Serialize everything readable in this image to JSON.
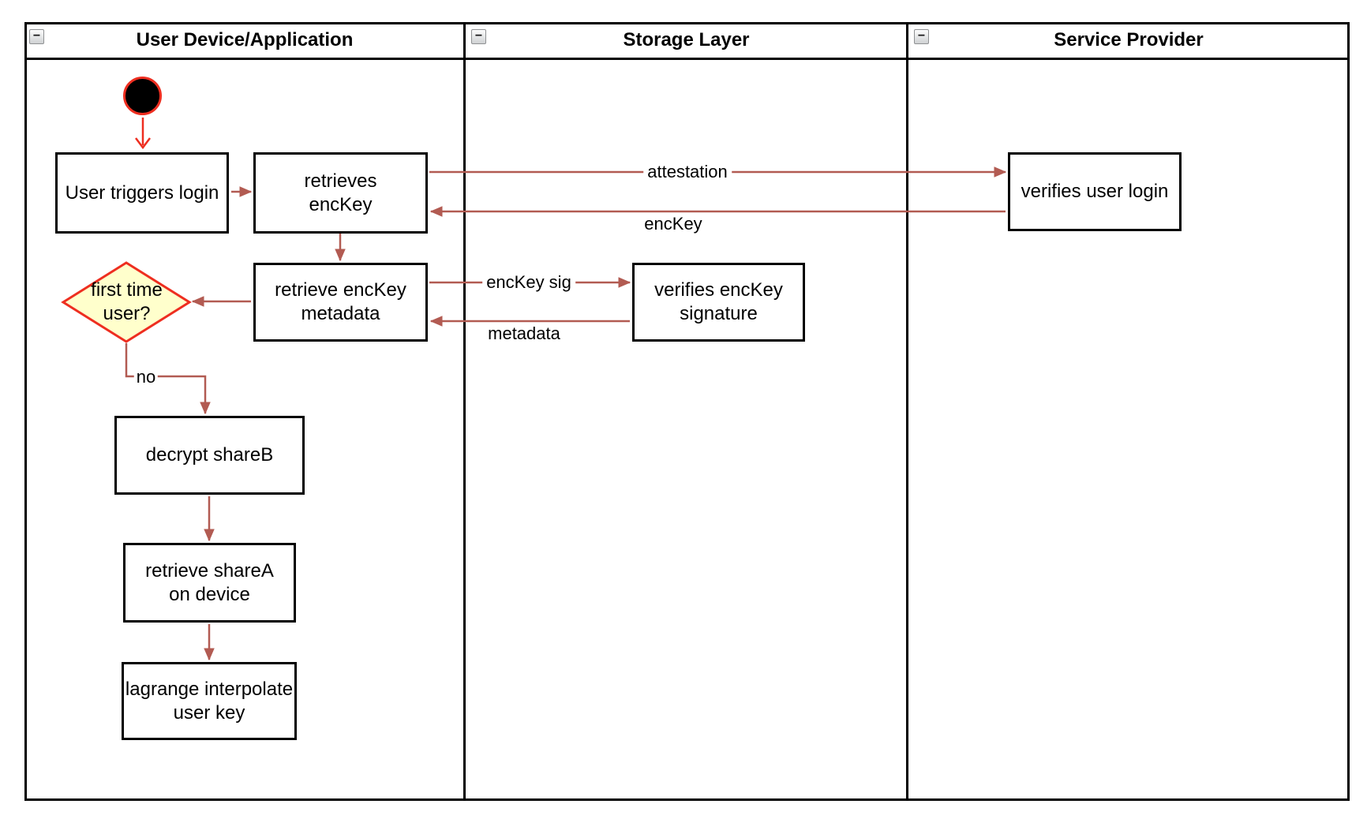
{
  "diagram_type": "uml-activity-swimlane",
  "colors": {
    "arrow": "#b25b52",
    "accent_red": "#ee2e20",
    "decision_fill": "#ffffcc",
    "node_border": "#000000"
  },
  "icons": {
    "collapse_glyph": "−"
  },
  "lanes": [
    {
      "title": "User Device/Application"
    },
    {
      "title": "Storage Layer"
    },
    {
      "title": "Service Provider"
    }
  ],
  "nodes": {
    "user_triggers_login": "User triggers login",
    "retrieves_enckey": "retrieves\nencKey",
    "verifies_user_login": "verifies user login",
    "retrieve_enckey_metadata": "retrieve encKey\nmetadata",
    "verifies_enckey_signature": "verifies encKey\nsignature",
    "first_time_user": "first time\nuser?",
    "decrypt_shareb": "decrypt shareB",
    "retrieve_sharea_on_device": "retrieve shareA\non device",
    "lagrange_interpolate_user_key": "lagrange interpolate\nuser key"
  },
  "edge_labels": {
    "attestation": "attestation",
    "enckey": "encKey",
    "enckey_sig": "encKey sig",
    "metadata": "metadata",
    "no": "no"
  }
}
